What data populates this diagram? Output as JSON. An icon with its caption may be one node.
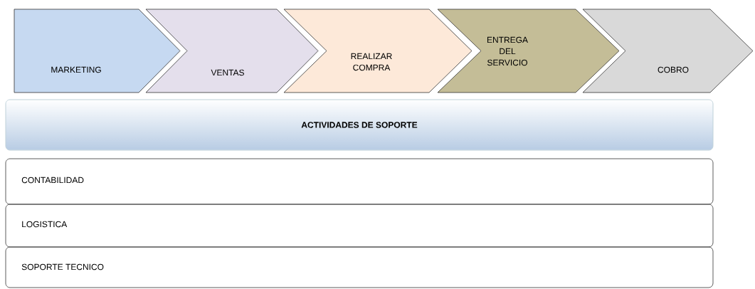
{
  "diagram": {
    "nodes": [
      {
        "text": [
          "MARKETING"
        ]
      },
      {
        "text": [
          "VENTAS"
        ]
      },
      {
        "text": [
          "REALIZAR COMPRA"
        ]
      },
      {
        "text": [
          "ENTREGA DEL SERVICIO"
        ]
      },
      {
        "text": [
          "COBRO"
        ]
      },
      {
        "text": [
          "ACTIVIDADES  DE SOPORTE"
        ]
      },
      {
        "text": [
          "CONTABILIDAD"
        ]
      },
      {
        "text": [
          "LOGISTICA"
        ]
      },
      {
        "text": [
          "SOPORTE TECNICO"
        ]
      }
    ]
  }
}
